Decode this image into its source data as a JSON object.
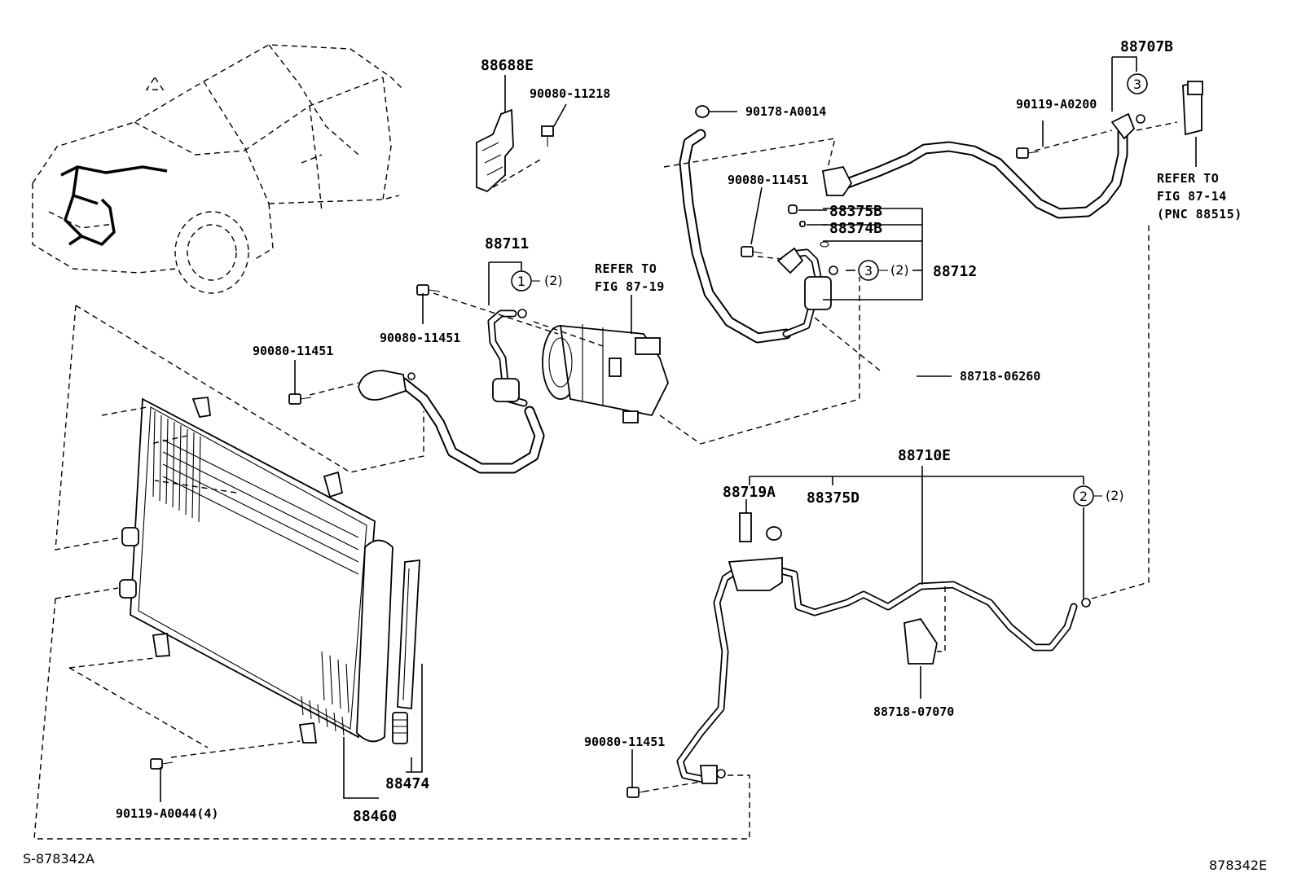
{
  "parts": {
    "p88688E": "88688E",
    "p90080_11218": "90080-11218",
    "p90178_A0014": "90178-A0014",
    "p88707B": "88707B",
    "p90119_A0200": "90119-A0200",
    "p90080_11451_a": "90080-11451",
    "p88375B": "88375B",
    "p88374B": "88374B",
    "p88712": "88712",
    "p88711": "88711",
    "p90080_11451_b": "90080-11451",
    "p90080_11451_c": "90080-11451",
    "p88718_06260": "88718-06260",
    "p88710E": "88710E",
    "p88719A": "88719A",
    "p88375D": "88375D",
    "p88718_07070": "88718-07070",
    "p90080_11451_d": "90080-11451",
    "p90119_A0044": "90119-A0044(4)",
    "p88474": "88474",
    "p88460": "88460"
  },
  "callouts": {
    "c1_num": "1",
    "c1_qty": "(2)",
    "c2_num": "2",
    "c2_qty": "(2)",
    "c3a_num": "3",
    "c3a_qty": "(2)",
    "c3b_num": "3"
  },
  "refs": {
    "ref_87_19_line1": "REFER TO",
    "ref_87_19_line2": "FIG 87-19",
    "ref_87_14_line1": "REFER TO",
    "ref_87_14_line2": "FIG 87-14",
    "ref_87_14_line3": "(PNC 88515)"
  },
  "footer": {
    "left_code": "S-878342A",
    "right_code": "878342E"
  }
}
